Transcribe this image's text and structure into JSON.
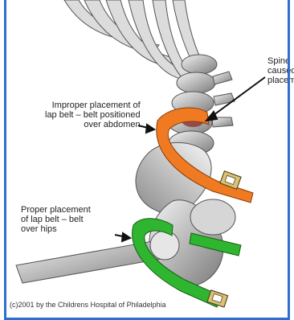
{
  "labels": {
    "improper": [
      "Improper placement of",
      "lap belt – belt positioned",
      "over abdomen"
    ],
    "proper": [
      "Proper placement",
      "of lap belt – belt",
      "over hips"
    ],
    "spine": [
      "Spine",
      "caused",
      "placeme"
    ]
  },
  "copyright": "(c)2001 by the Childrens Hospital of Philadelphia",
  "colors": {
    "improper_belt": "#f07a22",
    "proper_belt": "#2fb52f",
    "buckle": "#d9c27a",
    "bone_light": "#f2f2f2",
    "bone_dark": "#6b6b6b",
    "frame": "#2c6fd1",
    "arrow": "#111111"
  }
}
